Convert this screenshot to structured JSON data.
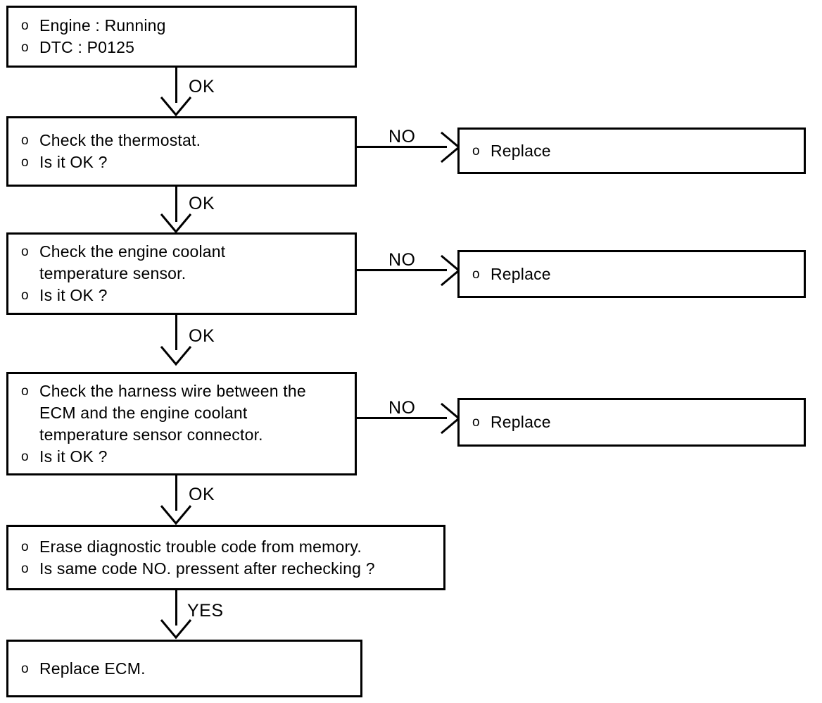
{
  "diagram": {
    "title": "DTC P0125 Diagnostic Flowchart",
    "bullet_glyph": "o",
    "colors": {
      "stroke": "#000000",
      "background": "#ffffff",
      "text": "#000000"
    }
  },
  "nodes": {
    "start": {
      "name": "start-conditions-box",
      "lines": [
        "Engine : Running",
        "DTC : P0125"
      ]
    },
    "check_thermostat": {
      "name": "check-thermostat-box",
      "lines": [
        "Check the thermostat.",
        "Is it OK ?"
      ]
    },
    "check_ect_sensor": {
      "name": "check-coolant-temp-sensor-box",
      "lines": [
        "Check the engine coolant",
        "temperature sensor.",
        "Is it OK ?"
      ],
      "continuation_indices": [
        1
      ]
    },
    "check_harness": {
      "name": "check-harness-wire-box",
      "lines": [
        "Check the harness wire between the",
        "ECM and the engine coolant",
        "temperature sensor connector.",
        "Is it OK ?"
      ],
      "continuation_indices": [
        1,
        2
      ]
    },
    "erase_code": {
      "name": "erase-dtc-box",
      "lines": [
        "Erase diagnostic trouble code from memory.",
        "Is same code NO. pressent after rechecking ?"
      ]
    },
    "replace_ecm": {
      "name": "replace-ecm-box",
      "lines": [
        "Replace ECM."
      ]
    },
    "replace_1": {
      "name": "replace-thermostat-box",
      "lines": [
        "Replace"
      ]
    },
    "replace_2": {
      "name": "replace-sensor-box",
      "lines": [
        "Replace"
      ]
    },
    "replace_3": {
      "name": "replace-harness-box",
      "lines": [
        "Replace"
      ]
    }
  },
  "edges": {
    "start_to_thermostat": {
      "label": "OK"
    },
    "thermostat_no": {
      "label": "NO"
    },
    "thermostat_to_sensor": {
      "label": "OK"
    },
    "sensor_no": {
      "label": "NO"
    },
    "sensor_to_harness": {
      "label": "OK"
    },
    "harness_no": {
      "label": "NO"
    },
    "harness_to_erase": {
      "label": "OK"
    },
    "erase_to_replace_ecm": {
      "label": "YES"
    }
  }
}
